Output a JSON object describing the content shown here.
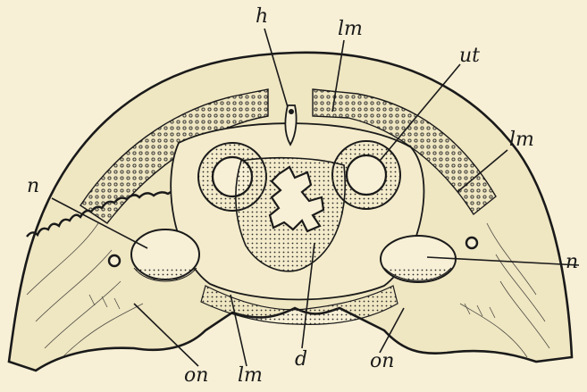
{
  "colors": {
    "background": "#f7f0d6",
    "ink": "#1a1a1a",
    "tissue_fill": "#efe6c2",
    "muscle_dots": "#2a2a2a"
  },
  "labels": {
    "h": "h",
    "lm_top": "lm",
    "ut": "ut",
    "lm_right": "lm",
    "n_left": "n",
    "n_right": "n",
    "on_left": "on",
    "lm_bottom": "lm",
    "d": "d",
    "on_right": "on"
  },
  "icons": {
    "specimen": "cross-section-drawing"
  }
}
